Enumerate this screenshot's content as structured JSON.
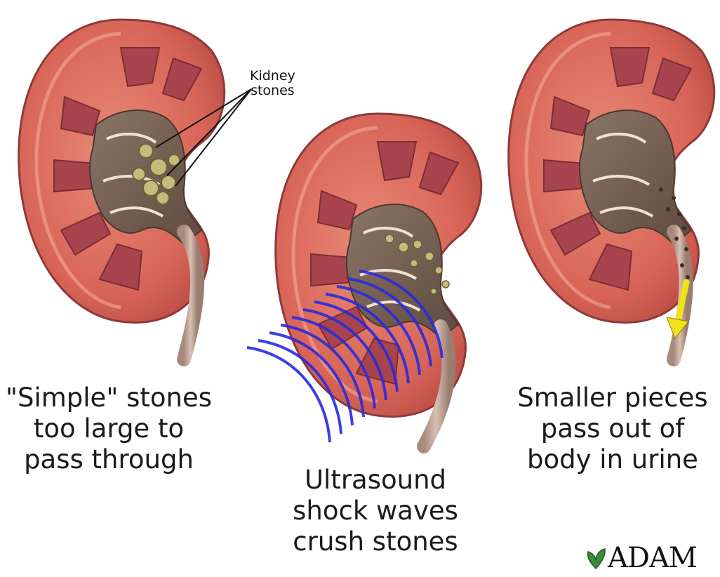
{
  "callout": {
    "line1": "Kidney",
    "line2": "stones"
  },
  "captions": [
    {
      "lines": [
        "\"Simple\" stones",
        "too large to",
        "pass through"
      ]
    },
    {
      "lines": [
        "Ultrasound",
        "shock waves",
        "crush stones"
      ]
    },
    {
      "lines": [
        "Smaller pieces",
        "pass out of",
        "body in urine"
      ]
    }
  ],
  "logo": {
    "text": "ADAM"
  },
  "colors": {
    "cortex": "#d96a5c",
    "medulla": "#a8444d",
    "pelvis": "#7a6456",
    "stone": "#c9b97a",
    "waves": "#2a2adf",
    "arrow": "#f2e21a"
  },
  "icons": {
    "logo_leaf": "leaf-icon",
    "flow_arrow": "down-arrow-icon"
  }
}
